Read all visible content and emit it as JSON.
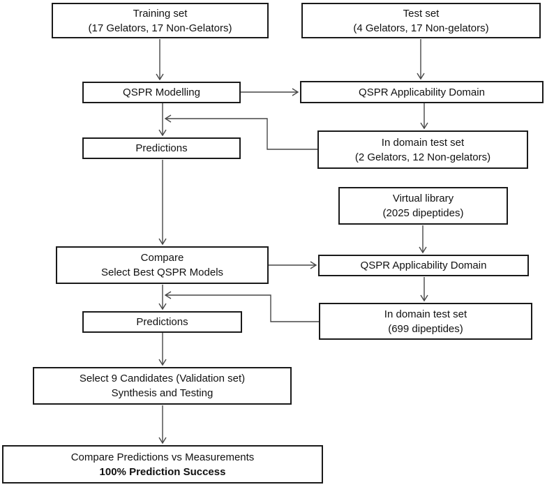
{
  "diagram": {
    "type": "flowchart",
    "colors": {
      "box_border": "#1a1a1a",
      "arrow": "#474747",
      "text": "#111111",
      "background": "#ffffff"
    },
    "boxes": {
      "training_set": {
        "line1": "Training set",
        "line2": "(17 Gelators, 17 Non-Gelators)"
      },
      "test_set": {
        "line1": "Test set",
        "line2": "(4 Gelators, 17 Non-gelators)"
      },
      "qspr_modelling": {
        "line1": "QSPR Modelling"
      },
      "qspr_ad_1": {
        "line1": "QSPR Applicability Domain"
      },
      "predictions_1": {
        "line1": "Predictions"
      },
      "in_domain_1": {
        "line1": "In domain test set",
        "line2": "(2 Gelators, 12 Non-gelators)"
      },
      "virtual_library": {
        "line1": "Virtual library",
        "line2": "(2025 dipeptides)"
      },
      "compare_select": {
        "line1": "Compare",
        "line2": "Select Best QSPR Models"
      },
      "qspr_ad_2": {
        "line1": "QSPR Applicability Domain"
      },
      "predictions_2": {
        "line1": "Predictions"
      },
      "in_domain_2": {
        "line1": "In domain test set",
        "line2": "(699 dipeptides)"
      },
      "select_candidates": {
        "line1": "Select 9 Candidates (Validation set)",
        "line2": "Synthesis and Testing"
      },
      "compare_measurements": {
        "line1": "Compare Predictions vs Measurements",
        "line2": "100% Prediction Success"
      }
    },
    "edges": [
      "training_set -> qspr_modelling",
      "test_set -> qspr_ad_1",
      "qspr_modelling -> qspr_ad_1",
      "qspr_modelling -> predictions_1",
      "qspr_ad_1 -> in_domain_1",
      "in_domain_1 -> predictions_1 (feedback elbow)",
      "predictions_1 -> compare_select",
      "virtual_library -> qspr_ad_2",
      "compare_select -> qspr_ad_2",
      "compare_select -> predictions_2",
      "qspr_ad_2 -> in_domain_2",
      "in_domain_2 -> predictions_2 (feedback elbow)",
      "predictions_2 -> select_candidates",
      "select_candidates -> compare_measurements"
    ]
  }
}
